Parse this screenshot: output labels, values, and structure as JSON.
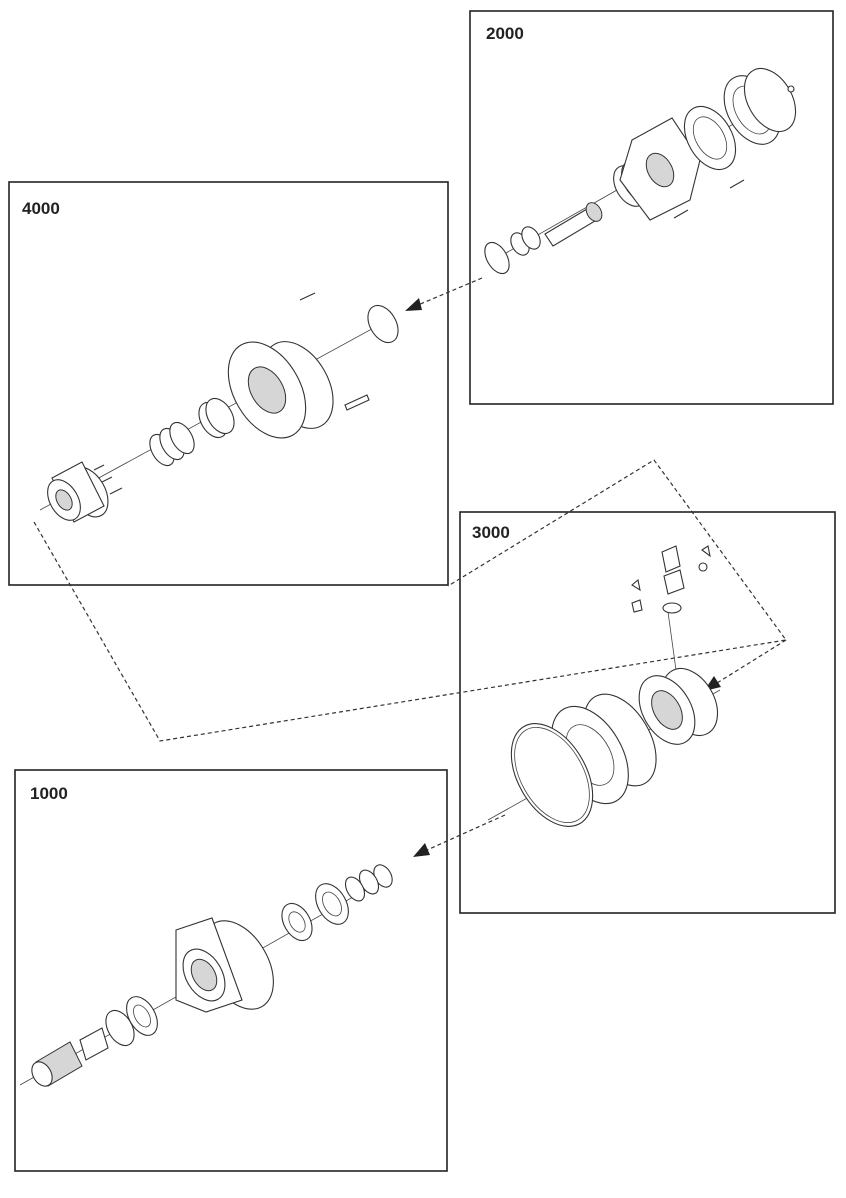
{
  "sections": [
    {
      "id": "2000",
      "label": "2000"
    },
    {
      "id": "4000",
      "label": "4000"
    },
    {
      "id": "3000",
      "label": "3000"
    },
    {
      "id": "1000",
      "label": "1000"
    }
  ]
}
